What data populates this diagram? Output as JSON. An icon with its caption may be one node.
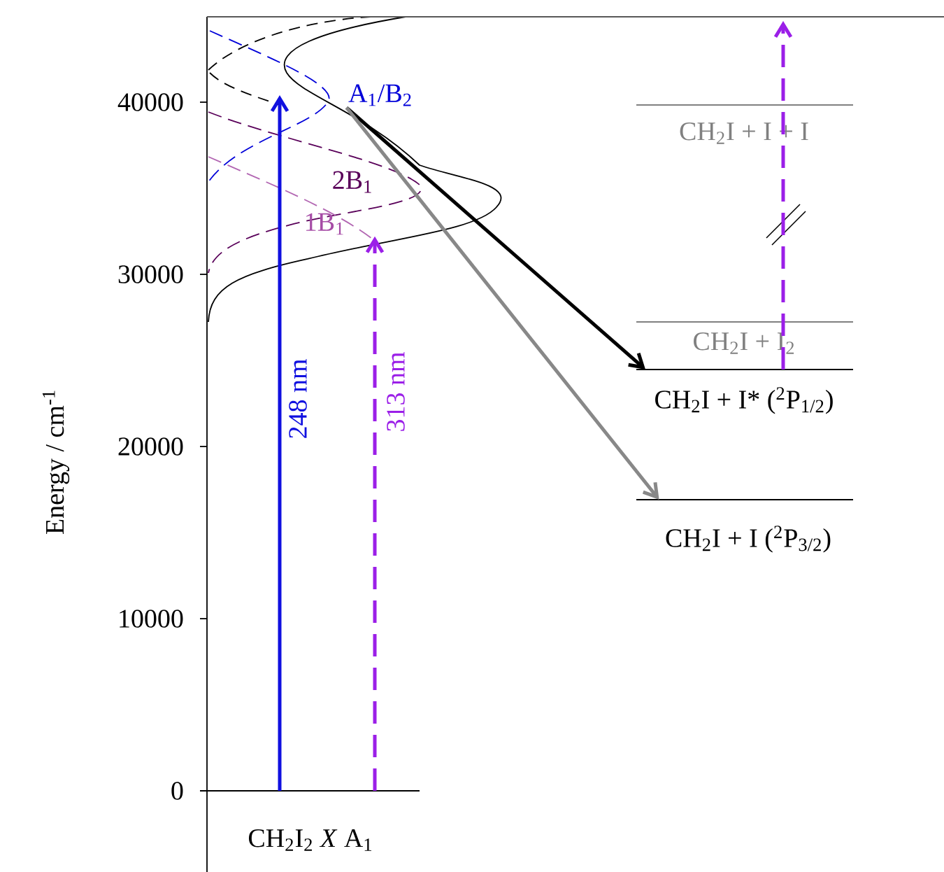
{
  "diagram": {
    "nodes": [
      {
        "text": [
          "CH$_{2}$I$_{2}$ *X* A$_{1}$"
        ]
      },
      {
        "text": [
          "A$_{1}$/B$_{2}$"
        ]
      },
      {
        "text": [
          "2B$_{1}$"
        ]
      },
      {
        "text": [
          "1B$_{1}$"
        ]
      },
      {
        "text": [
          "CH$_{2}$I + I + I"
        ]
      },
      {
        "text": [
          "CH$_{2}$I + I$_{2}$"
        ]
      },
      {
        "text": [
          "CH$_{2}$I + I* ($^{2}$P$_{1/2}$)"
        ]
      },
      {
        "text": [
          "CH$_{2}$I + I ($^{2}$P$_{3/2}$)"
        ]
      }
    ],
    "edges": [
      {
        "from": 0,
        "to": 1,
        "arrow": "to",
        "label": "248 nm",
        "color": "#1010e0"
      },
      {
        "from": 0,
        "to": 3,
        "arrow": "to",
        "label": "313 nm",
        "style": "dashed",
        "color": "#9b1fe8"
      },
      {
        "from": 1,
        "to": 6,
        "arrow": "to",
        "color": "#000000"
      },
      {
        "from": 1,
        "to": 7,
        "arrow": "to",
        "color": "#888888"
      },
      {
        "from": 6,
        "to": null,
        "arrow": "to",
        "style": "dashed",
        "color": "#9b1fe8"
      }
    ],
    "labels": [
      "40000",
      "30000",
      "20000",
      "10000",
      "0",
      "Energy / cm$^{-1}$"
    ]
  }
}
